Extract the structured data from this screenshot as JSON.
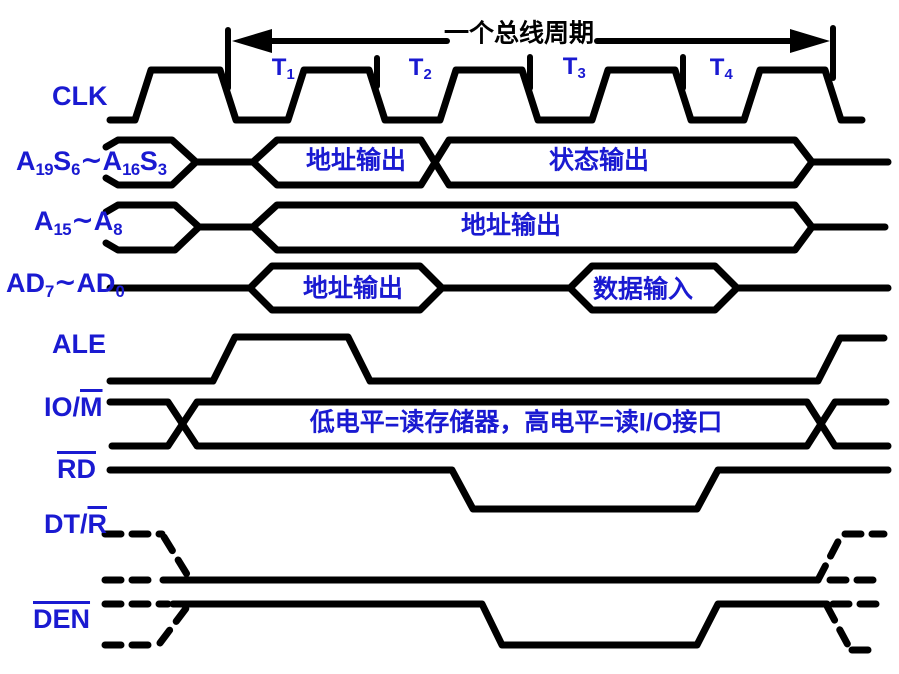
{
  "header": {
    "bus_cycle_label": "一个总线周期"
  },
  "clock_phases": [
    {
      "base": "T",
      "sub": "1"
    },
    {
      "base": "T",
      "sub": "2"
    },
    {
      "base": "T",
      "sub": "3"
    },
    {
      "base": "T",
      "sub": "4"
    }
  ],
  "signals": [
    {
      "name": "CLK",
      "label_parts": [
        {
          "t": "CLK"
        }
      ]
    },
    {
      "name": "A19S6-A16S3",
      "label_parts": [
        {
          "t": "A"
        },
        {
          "t": "19",
          "sub": true
        },
        {
          "t": "S"
        },
        {
          "t": "6",
          "sub": true
        },
        {
          "t": "∼"
        },
        {
          "t": "A"
        },
        {
          "t": "16",
          "sub": true
        },
        {
          "t": "S"
        },
        {
          "t": "3",
          "sub": true
        }
      ],
      "bus_values": [
        "地址输出",
        "状态输出"
      ]
    },
    {
      "name": "A15-A8",
      "label_parts": [
        {
          "t": "A"
        },
        {
          "t": "15",
          "sub": true
        },
        {
          "t": "∼"
        },
        {
          "t": "A"
        },
        {
          "t": "8",
          "sub": true
        }
      ],
      "bus_values": [
        "地址输出"
      ]
    },
    {
      "name": "AD7-AD0",
      "label_parts": [
        {
          "t": "AD"
        },
        {
          "t": "7",
          "sub": true
        },
        {
          "t": "∼"
        },
        {
          "t": "AD"
        },
        {
          "t": "0",
          "sub": true
        }
      ],
      "bus_values": [
        "地址输出",
        "数据输入"
      ]
    },
    {
      "name": "ALE",
      "label_parts": [
        {
          "t": "ALE"
        }
      ]
    },
    {
      "name": "IO/M",
      "label_parts": [
        {
          "t": "IO/"
        },
        {
          "t": "M",
          "overline": true
        }
      ],
      "annotation": "低电平=读存储器，高电平=读I/O接口"
    },
    {
      "name": "RD",
      "label_parts": [
        {
          "t": "RD",
          "overline": true
        }
      ]
    },
    {
      "name": "DT/R",
      "label_parts": [
        {
          "t": "DT/"
        },
        {
          "t": "R",
          "overline": true
        }
      ]
    },
    {
      "name": "DEN",
      "label_parts": [
        {
          "t": "DEN",
          "overline": true
        }
      ]
    }
  ],
  "colors": {
    "label_blue": "#1a1ad1",
    "line_black": "#000000",
    "background": "#ffffff"
  }
}
